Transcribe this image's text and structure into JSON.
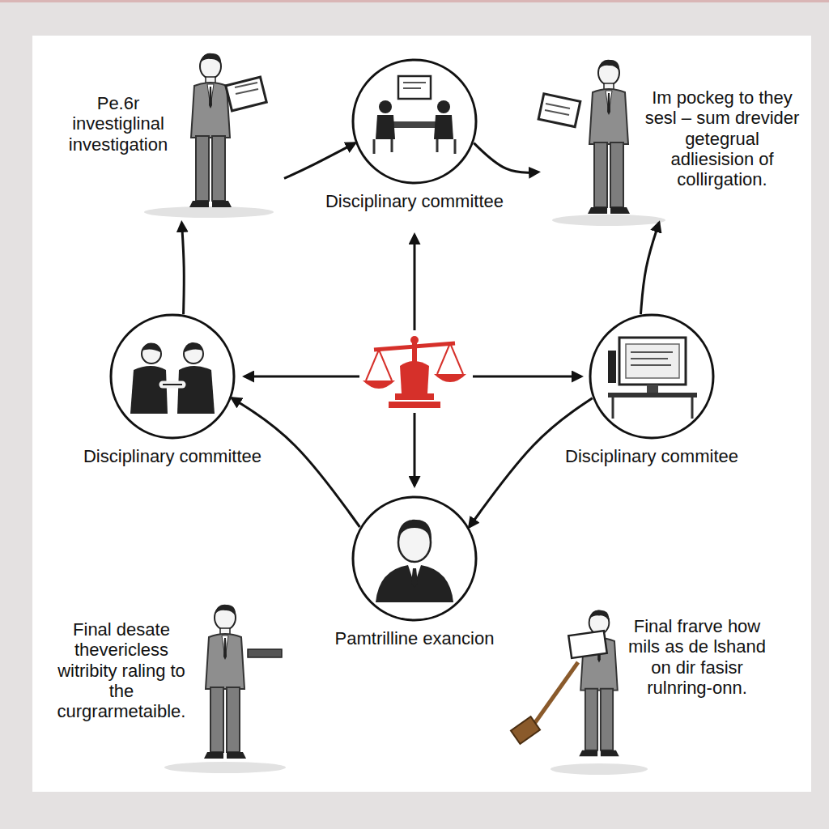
{
  "diagram": {
    "nodes": [
      {
        "text": [
          "Pe.6r investiglinal investigation"
        ]
      },
      {
        "text": [
          "Disciplinary committee"
        ]
      },
      {
        "text": [
          "Im pockeg to they sesl – sum drevider getegrual adliesision of collirgation."
        ]
      },
      {
        "text": [
          "Disciplinary committee"
        ]
      },
      {
        "text": [
          "Disciplinary commitee"
        ]
      },
      {
        "text": [
          "Pamtrilline exancion"
        ]
      },
      {
        "text": [
          "Final desate thevericless witribity raling to the curgrarmetaible."
        ]
      },
      {
        "text": [
          "Final frarve how mils as de lshand on dir fasisr rulnring-onn."
        ]
      }
    ],
    "edges": [
      {
        "from": 0,
        "to": 1,
        "arrow": "to"
      },
      {
        "from": 1,
        "to": 2,
        "arrow": "to"
      },
      {
        "from": 3,
        "to": 0,
        "arrow": "to"
      },
      {
        "from": 4,
        "to": 2,
        "arrow": "to"
      },
      {
        "from": 5,
        "to": 3,
        "arrow": "to"
      },
      {
        "from": 4,
        "to": 5,
        "arrow": "to"
      }
    ]
  }
}
